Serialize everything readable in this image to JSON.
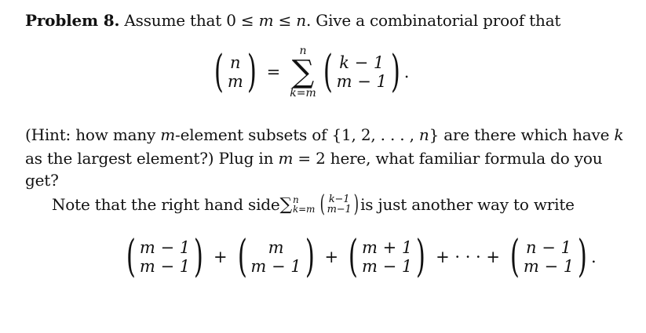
{
  "problem": {
    "label": "Problem 8.",
    "line1_a": "Assume that 0 ≤ ",
    "var_m": "m",
    "leq": " ≤ ",
    "var_n": "n",
    "line1_b": ". Give a combinatorial proof that"
  },
  "main_equation": {
    "lhs_top": "n",
    "lhs_bottom": "m",
    "equals": "=",
    "sum_symbol": "∑",
    "sum_upper": "n",
    "sum_lower": "k=m",
    "rhs_top": "k − 1",
    "rhs_bottom": "m − 1",
    "end": "."
  },
  "hint": {
    "line1_a": "(Hint: how many ",
    "var_m": "m",
    "line1_b": "-element subsets of {1, 2, . . . , ",
    "var_n": "n",
    "line1_c": "} are there which have ",
    "var_k": "k",
    "line2_a": "as the largest element?) Plug in ",
    "line2_var": "m",
    "line2_b": " = 2 here, what familiar formula do you",
    "line3": "get?"
  },
  "note": {
    "text_a": "Note that the right hand side ",
    "sum_symbol": "∑",
    "sum_upper": "n",
    "sum_lower": "k=m",
    "binom_top": "k−1",
    "binom_bottom": "m−1",
    "text_b": " is just another way to write"
  },
  "expansion": {
    "terms": [
      {
        "top": "m − 1",
        "bottom": "m − 1"
      },
      {
        "top": "m",
        "bottom": "m − 1"
      },
      {
        "top": "m + 1",
        "bottom": "m − 1"
      },
      {
        "top": "n − 1",
        "bottom": "m − 1"
      }
    ],
    "plus": "+",
    "ellipsis": "+ · · · +",
    "end": "."
  }
}
